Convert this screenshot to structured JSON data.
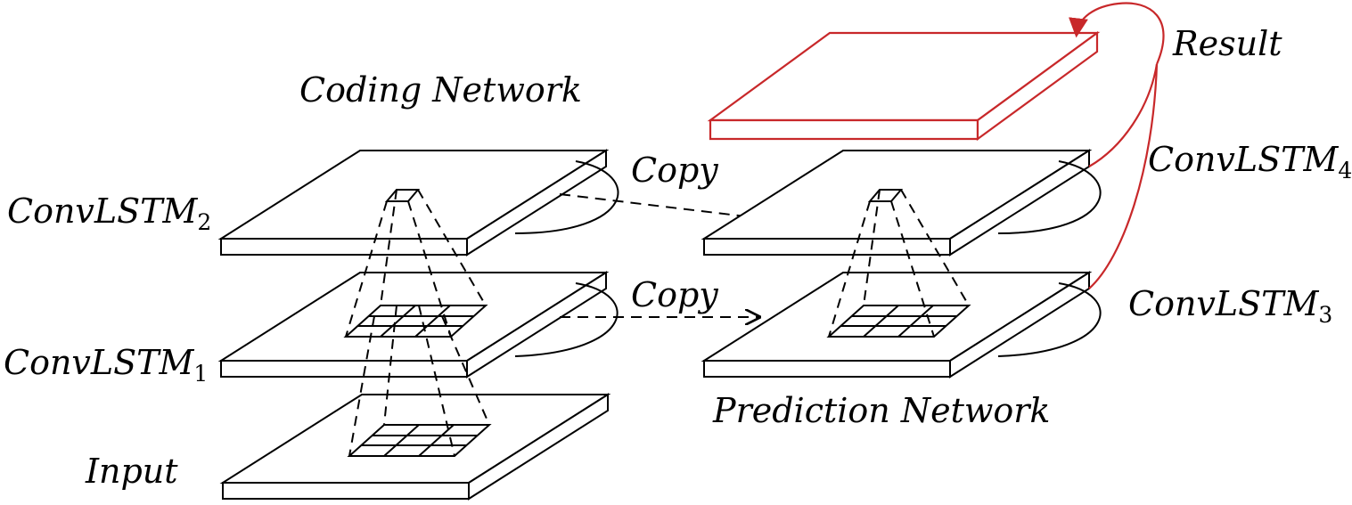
{
  "labels": {
    "coding_network": "Coding Network",
    "prediction_network": "Prediction Network",
    "result": "Result",
    "input": "Input",
    "copy_top": "Copy",
    "copy_bottom": "Copy",
    "conv_base": "ConvLSTM",
    "conv1_sub": "1",
    "conv2_sub": "2",
    "conv3_sub": "3",
    "conv4_sub": "4"
  },
  "colors": {
    "line": "#000000",
    "accent": "#c8282a",
    "background": "#ffffff"
  }
}
